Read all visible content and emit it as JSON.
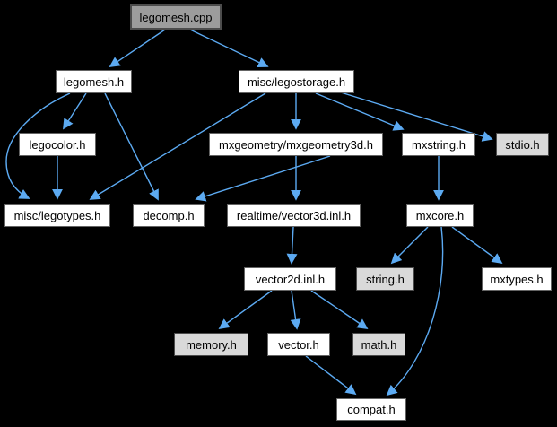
{
  "graph": {
    "kind": "include-dependency-graph",
    "colors": {
      "background": "#000000",
      "edge": "#5caaf2",
      "node_fill": "#ffffff",
      "node_border": "#646464",
      "focus_fill": "#9c9c9c",
      "focus_border": "#4c4c4c",
      "system_fill": "#d9d9d9",
      "system_border": "#4c4c4c",
      "text": "#000000"
    },
    "nodes": [
      {
        "id": "legomesh-cpp",
        "label": "legomesh.cpp",
        "kind": "focus"
      },
      {
        "id": "legomesh-h",
        "label": "legomesh.h",
        "kind": "project"
      },
      {
        "id": "legostorage-h",
        "label": "misc/legostorage.h",
        "kind": "project"
      },
      {
        "id": "legocolor-h",
        "label": "legocolor.h",
        "kind": "project"
      },
      {
        "id": "mxgeometry3d-h",
        "label": "mxgeometry/mxgeometry3d.h",
        "kind": "project"
      },
      {
        "id": "mxstring-h",
        "label": "mxstring.h",
        "kind": "project"
      },
      {
        "id": "stdio-h",
        "label": "stdio.h",
        "kind": "system"
      },
      {
        "id": "legotypes-h",
        "label": "misc/legotypes.h",
        "kind": "project"
      },
      {
        "id": "decomp-h",
        "label": "decomp.h",
        "kind": "project"
      },
      {
        "id": "vector3d-inl-h",
        "label": "realtime/vector3d.inl.h",
        "kind": "project"
      },
      {
        "id": "mxcore-h",
        "label": "mxcore.h",
        "kind": "project"
      },
      {
        "id": "vector2d-inl-h",
        "label": "vector2d.inl.h",
        "kind": "project"
      },
      {
        "id": "string-h",
        "label": "string.h",
        "kind": "system"
      },
      {
        "id": "mxtypes-h",
        "label": "mxtypes.h",
        "kind": "project"
      },
      {
        "id": "memory-h",
        "label": "memory.h",
        "kind": "system"
      },
      {
        "id": "vector-h",
        "label": "vector.h",
        "kind": "project"
      },
      {
        "id": "math-h",
        "label": "math.h",
        "kind": "system"
      },
      {
        "id": "compat-h",
        "label": "compat.h",
        "kind": "project"
      }
    ],
    "edges": [
      {
        "from": "legomesh.cpp",
        "to": "legomesh.h"
      },
      {
        "from": "legomesh.cpp",
        "to": "misc/legostorage.h"
      },
      {
        "from": "legomesh.h",
        "to": "legocolor.h"
      },
      {
        "from": "legomesh.h",
        "to": "misc/legotypes.h"
      },
      {
        "from": "legomesh.h",
        "to": "decomp.h"
      },
      {
        "from": "legocolor.h",
        "to": "misc/legotypes.h"
      },
      {
        "from": "misc/legostorage.h",
        "to": "misc/legotypes.h"
      },
      {
        "from": "misc/legostorage.h",
        "to": "mxgeometry/mxgeometry3d.h"
      },
      {
        "from": "misc/legostorage.h",
        "to": "mxstring.h"
      },
      {
        "from": "misc/legostorage.h",
        "to": "stdio.h"
      },
      {
        "from": "mxgeometry/mxgeometry3d.h",
        "to": "decomp.h"
      },
      {
        "from": "mxgeometry/mxgeometry3d.h",
        "to": "realtime/vector3d.inl.h"
      },
      {
        "from": "mxstring.h",
        "to": "mxcore.h"
      },
      {
        "from": "mxcore.h",
        "to": "string.h"
      },
      {
        "from": "mxcore.h",
        "to": "mxtypes.h"
      },
      {
        "from": "mxcore.h",
        "to": "compat.h"
      },
      {
        "from": "realtime/vector3d.inl.h",
        "to": "vector2d.inl.h"
      },
      {
        "from": "vector2d.inl.h",
        "to": "memory.h"
      },
      {
        "from": "vector2d.inl.h",
        "to": "vector.h"
      },
      {
        "from": "vector2d.inl.h",
        "to": "math.h"
      },
      {
        "from": "vector.h",
        "to": "compat.h"
      }
    ]
  }
}
